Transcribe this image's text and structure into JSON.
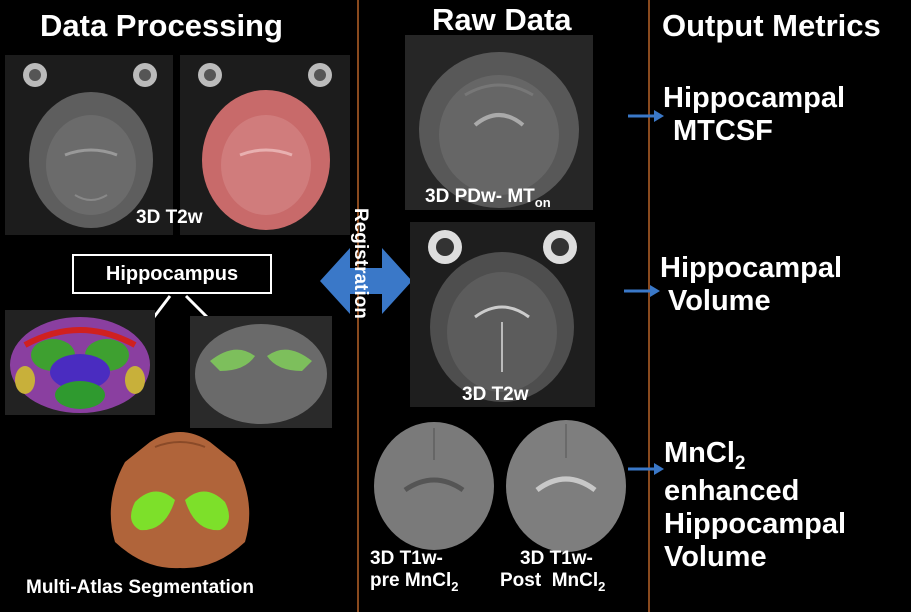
{
  "headings": {
    "data_processing": "Data Processing",
    "raw_data": "Raw Data",
    "output_metrics": "Output Metrics"
  },
  "labels": {
    "t2w_top": "3D T2w",
    "hippocampus": "Hippocampus",
    "multi_atlas": "Multi-Atlas Segmentation",
    "registration": "Registration",
    "pdw_main": "3D PDw- MT",
    "pdw_sub": "on",
    "t2w_raw": "3D T2w",
    "t1_pre_line1": "3D T1w-",
    "t1_pre_line2": "pre MnCl",
    "t1_pre_sub": "2",
    "t1_post_line1": "3D T1w-",
    "t1_post_line2": "Post  MnCl",
    "t1_post_sub": "2"
  },
  "metrics": {
    "m1_line1": "Hippocampal",
    "m1_line2": "MTCSF",
    "m2_line1": "Hippocampal",
    "m2_line2": "Volume",
    "m3_line1": "MnCl",
    "m3_sub": "2",
    "m3_line2": "enhanced",
    "m3_line3": "Hippocampal",
    "m3_line4": "Volume"
  },
  "colors": {
    "divider": "#8a4a1e",
    "arrow_blue": "#3a78c8",
    "overlay_red": "#c86a6a",
    "hippo_green": "#6fe02a",
    "brain_render": "#b0643a"
  }
}
